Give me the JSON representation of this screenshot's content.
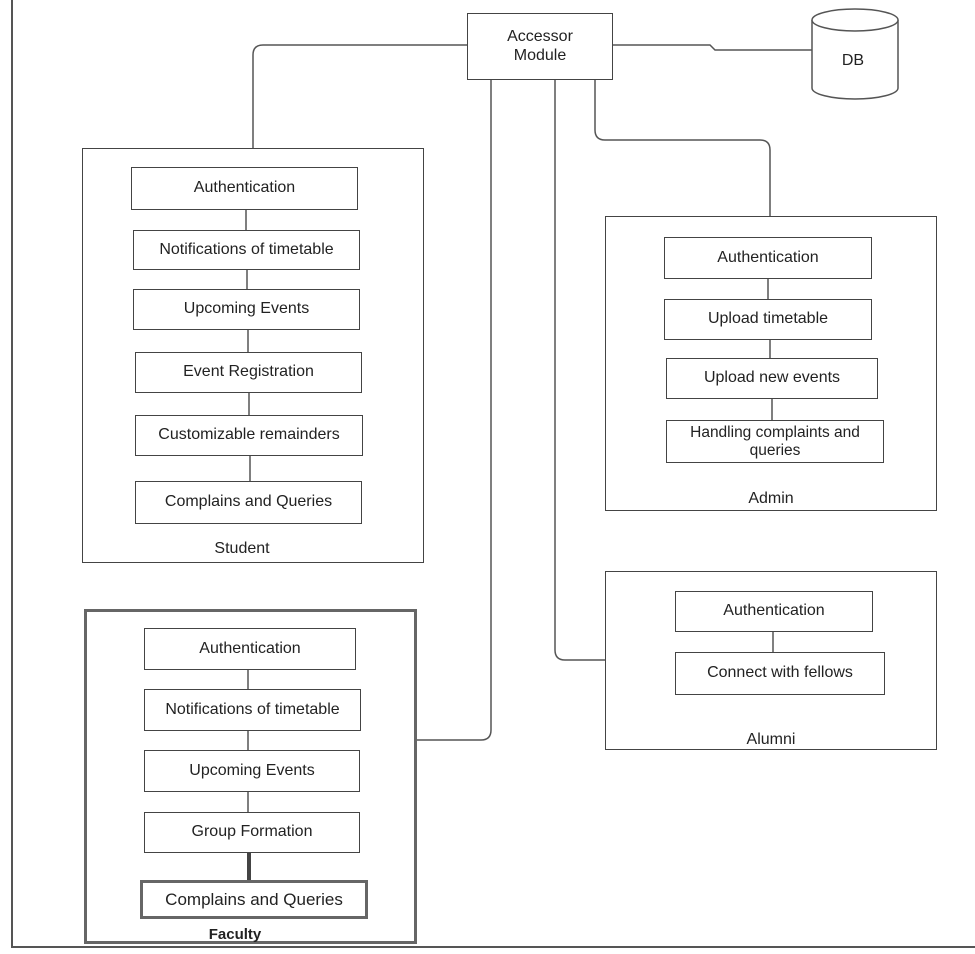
{
  "accessor": {
    "label": "Accessor Module"
  },
  "db": {
    "label": "DB"
  },
  "student": {
    "label": "Student",
    "items": [
      "Authentication",
      "Notifications of timetable",
      "Upcoming Events",
      "Event Registration",
      "Customizable remainders",
      "Complains and Queries"
    ]
  },
  "admin": {
    "label": "Admin",
    "items": [
      "Authentication",
      "Upload timetable",
      "Upload new events",
      "Handling complaints and queries"
    ]
  },
  "alumni": {
    "label": "Alumni",
    "items": [
      "Authentication",
      "Connect with fellows"
    ]
  },
  "faculty": {
    "label": "Faculty",
    "items": [
      "Authentication",
      "Notifications of timetable",
      "Upcoming Events",
      "Group Formation",
      "Complains and Queries"
    ]
  }
}
